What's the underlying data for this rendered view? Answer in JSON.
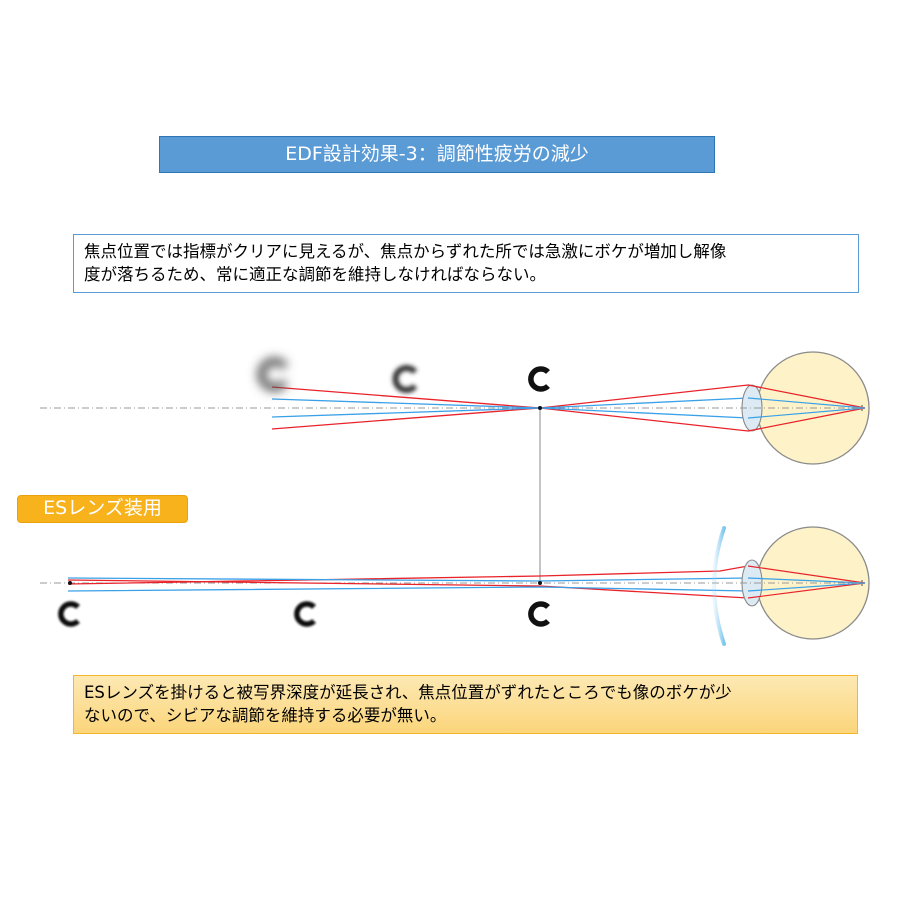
{
  "title": "EDF設計効果-3：調節性疲労の減少",
  "note_top": {
    "line1": "焦点位置では指標がクリアに見えるが、焦点からずれた所では急激にボケが増加し解像",
    "line2": "度が落ちるため、常に適正な調節を維持しなければならない。"
  },
  "es_label": "ESレンズ装用",
  "note_bottom": {
    "line1": "ESレンズを掛けると被写界深度が延長され、焦点位置がずれたところでも像のボケが少",
    "line2": "ないので、シビアな調節を維持する必要が無い。"
  },
  "colors": {
    "title_bg": "#5b9bd5",
    "note_top_border": "#5b9bd5",
    "note_bottom_fill": "#fbd57a",
    "es_label_bg": "#f8b21c",
    "ray_red": "#e8232a",
    "ray_blue": "#3aa0e8",
    "eyeball": "#fdf2c8",
    "axis": "#9a9a9a"
  },
  "icons": {
    "target": "landolt-c-icon",
    "eye": "eyeball-icon",
    "lens": "spectacle-lens-icon"
  }
}
